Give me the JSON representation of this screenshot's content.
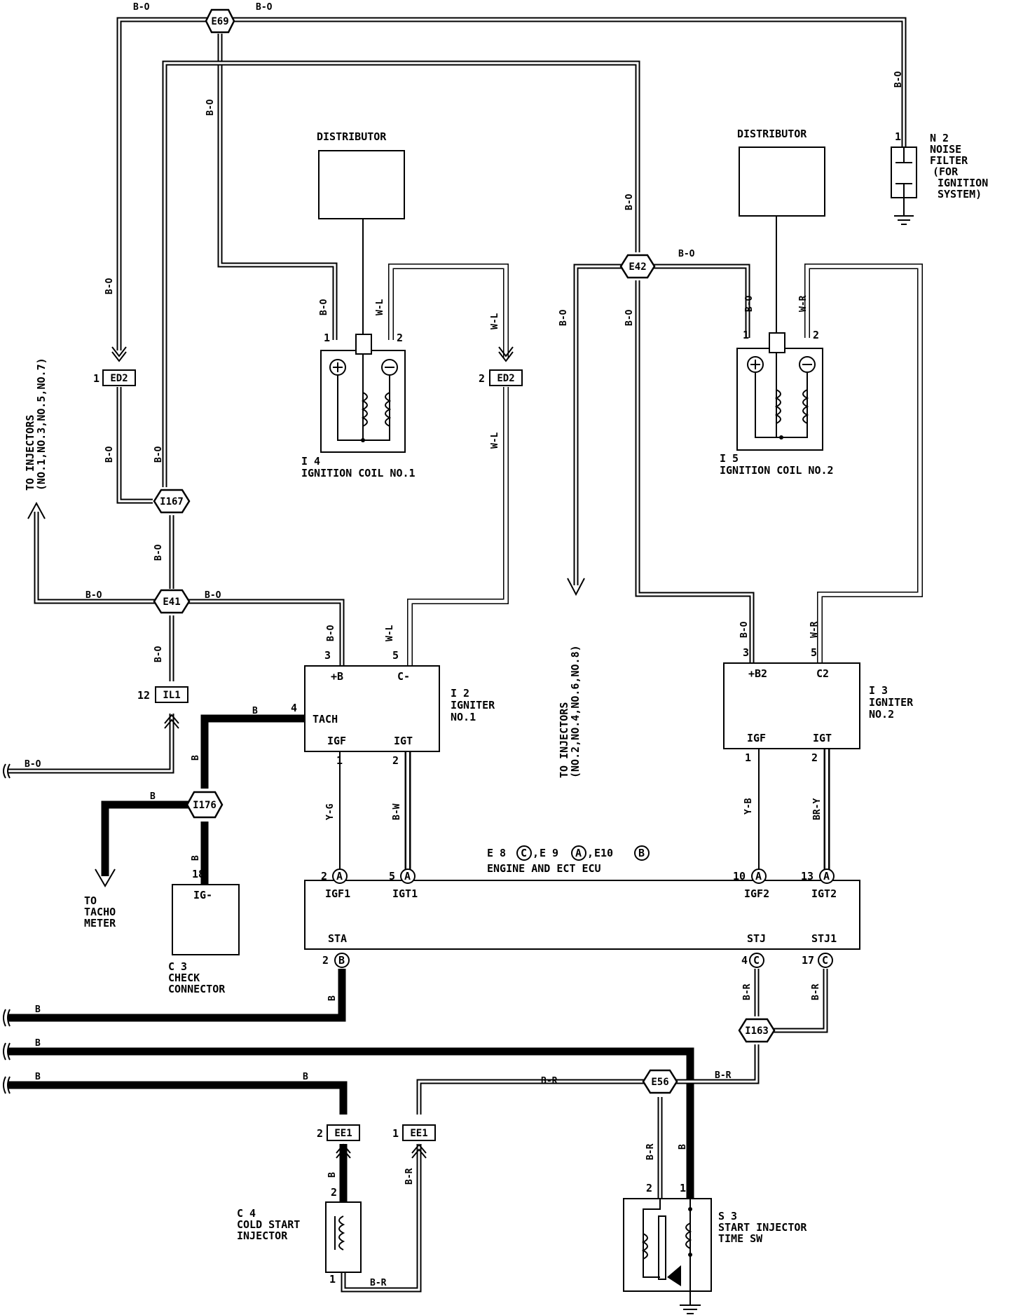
{
  "components": {
    "distributor_1": "DISTRIBUTOR",
    "distributor_2": "DISTRIBUTOR",
    "noise_filter": {
      "ref": "N 2",
      "line1": "NOISE",
      "line2": "FILTER",
      "line3": "(FOR",
      "line4": "IGNITION",
      "line5": "SYSTEM)"
    },
    "coil_1": {
      "ref": "I 4",
      "name": "IGNITION COIL NO.1"
    },
    "coil_2": {
      "ref": "I 5",
      "name": "IGNITION COIL NO.2"
    },
    "igniter_1": {
      "ref": "I 2",
      "line1": "IGNITER",
      "line2": "NO.1",
      "pin_b": "+B",
      "pin_c": "C-",
      "pin_tach": "TACH",
      "pin_igf": "IGF",
      "pin_igt": "IGT"
    },
    "igniter_2": {
      "ref": "I 3",
      "line1": "IGNITER",
      "line2": "NO.2",
      "pin_b": "+B2",
      "pin_c": "C2",
      "pin_igf": "IGF",
      "pin_igt": "IGT"
    },
    "ecu": {
      "ref": "E 8(C),E 9(A),E10(B)",
      "ref_e8": "E 8",
      "ref_e9": "E 9",
      "ref_e10": "E10",
      "name": "ENGINE AND ECT ECU",
      "igf1": "IGF1",
      "igt1": "IGT1",
      "igf2": "IGF2",
      "igt2": "IGT2",
      "sta": "STA",
      "stj": "STJ",
      "stj1": "STJ1"
    },
    "check_connector": {
      "ref": "C 3",
      "line1": "CHECK",
      "line2": "CONNECTOR",
      "pin": "IG-"
    },
    "cold_start_injector": {
      "ref": "C 4",
      "line1": "COLD START",
      "line2": "INJECTOR"
    },
    "start_injector_sw": {
      "ref": "S 3",
      "line1": "START INJECTOR",
      "line2": "TIME SW"
    }
  },
  "arrows": {
    "to_injectors_1": {
      "line1": "TO INJECTORS",
      "line2": "(NO.1,NO.3,NO.5,NO.7)"
    },
    "to_injectors_2": {
      "line1": "TO INJECTORS",
      "line2": "(NO.2,NO.4,NO.6,NO.8)"
    },
    "to_tacho": {
      "line1": "TO",
      "line2": "TACHO",
      "line3": "METER"
    }
  },
  "junctions": [
    "E69",
    "E42",
    "I167",
    "E41",
    "I176",
    "I163",
    "E56"
  ],
  "connectors": {
    "ed2": "ED2",
    "il1": "IL1",
    "ee1": "EE1"
  },
  "wire_colors": {
    "bo": "B-O",
    "wl": "W-L",
    "wr": "W-R",
    "yg": "Y-G",
    "bw": "B-W",
    "yb": "Y-B",
    "bry": "BR-Y",
    "b": "B",
    "br": "B-R"
  },
  "pins": {
    "p1": "1",
    "p2": "2",
    "p3": "3",
    "p4": "4",
    "p5": "5",
    "p10": "10",
    "p12": "12",
    "p13": "13",
    "p17": "17",
    "p18": "18",
    "ca": "A",
    "cb": "B",
    "cc": "C"
  }
}
